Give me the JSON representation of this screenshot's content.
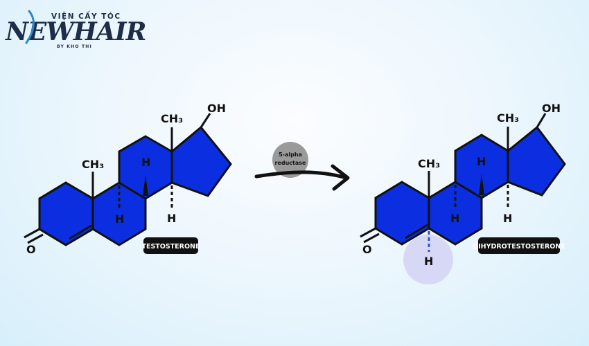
{
  "brand": {
    "top_text": "VIỆN CẤY TÓC",
    "name": "NEWHAIR",
    "by_line": "BY KHO THI",
    "colors": {
      "navy": "#1e2e48",
      "blue": "#2f87c9"
    }
  },
  "enzyme": {
    "label_line1": "5-alpha",
    "label_line2": "reductase"
  },
  "left_molecule": {
    "name": "TESTOSTERONE",
    "methyl": "CH₃",
    "hydroxyl": "OH",
    "oxygen": "O",
    "hydrogen": "H"
  },
  "right_molecule": {
    "name": "DIHYDROTESTOSTERONE",
    "methyl": "CH₃",
    "hydroxyl": "OH",
    "oxygen": "O",
    "hydrogen": "H"
  },
  "colors": {
    "ring_fill": "#0b2fe0",
    "line": "#111111",
    "added_h": "#2a57c9",
    "badge": "#d6d8f6",
    "enzyme_circle": "#9a9a9a"
  }
}
